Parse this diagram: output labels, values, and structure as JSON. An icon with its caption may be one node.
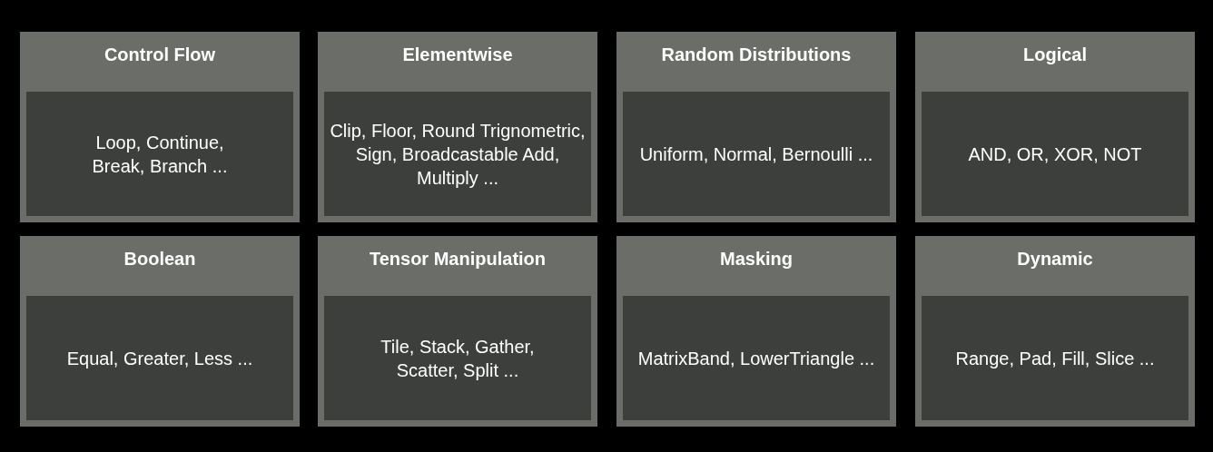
{
  "diagram": {
    "nodes": [
      {
        "text": [
          "Control Flow"
        ]
      },
      {
        "text": [
          "Loop, Continue, Break, Branch ..."
        ],
        "in": 0
      },
      {
        "text": [
          "Elementwise"
        ]
      },
      {
        "text": [
          "Clip, Floor, Round Trignometric, Sign, Broadcastable Add, Multiply ..."
        ],
        "in": 2
      },
      {
        "text": [
          "Random Distributions"
        ]
      },
      {
        "text": [
          "Uniform, Normal, Bernoulli ..."
        ],
        "in": 4
      },
      {
        "text": [
          "Logical"
        ]
      },
      {
        "text": [
          "AND, OR, XOR, NOT"
        ],
        "in": 6
      },
      {
        "text": [
          "Boolean"
        ]
      },
      {
        "text": [
          "Equal, Greater, Less ..."
        ],
        "in": 8
      },
      {
        "text": [
          "Tensor Manipulation"
        ]
      },
      {
        "text": [
          "Tile, Stack, Gather, Scatter, Split ..."
        ],
        "in": 10
      },
      {
        "text": [
          "Masking"
        ]
      },
      {
        "text": [
          "MatrixBand, LowerTriangle ..."
        ],
        "in": 12
      },
      {
        "text": [
          "Dynamic"
        ]
      },
      {
        "text": [
          "Range, Pad, Fill, Slice ..."
        ],
        "in": 14
      }
    ]
  }
}
